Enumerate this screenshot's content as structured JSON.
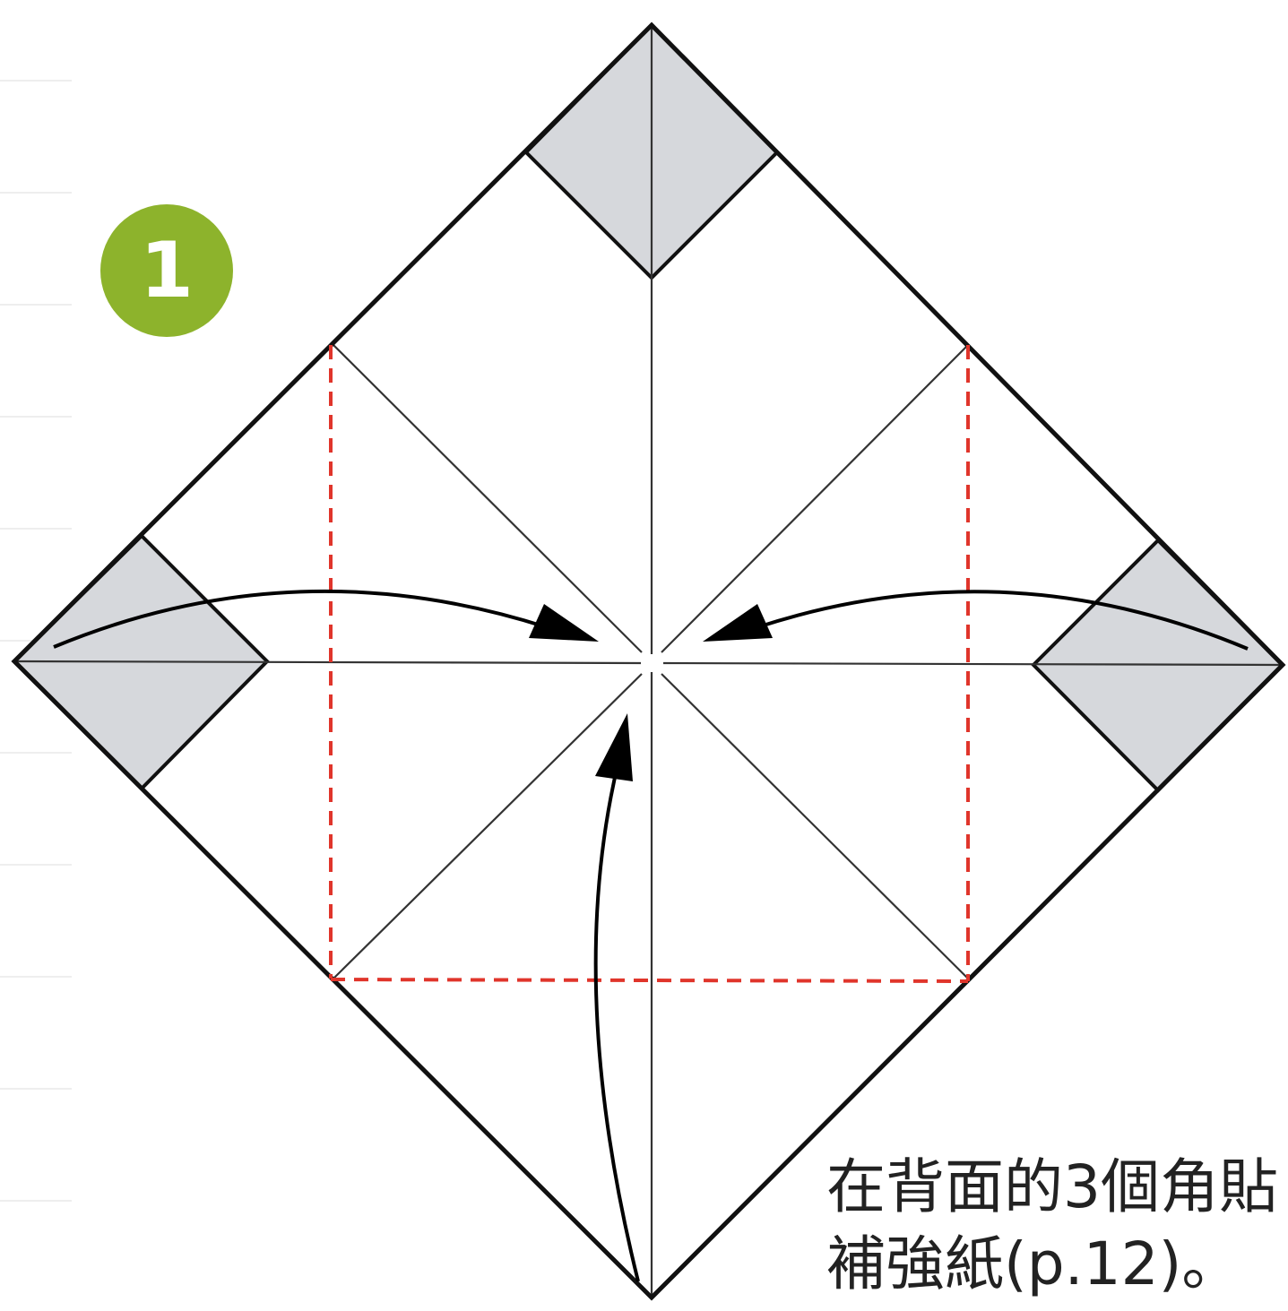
{
  "step": {
    "number": "1"
  },
  "caption": {
    "line1": "在背面的3個角貼",
    "line2": "補強紙(p.12)。"
  },
  "colors": {
    "badge": "#8db32c",
    "outline": "#111111",
    "crease": "#333333",
    "fold_line": "#e0352b",
    "reinforcement_fill": "#d6d8dc",
    "arrow": "#000000"
  },
  "icons": [
    "step-number-badge",
    "fold-arrow",
    "valley-fold-dashed-line"
  ]
}
